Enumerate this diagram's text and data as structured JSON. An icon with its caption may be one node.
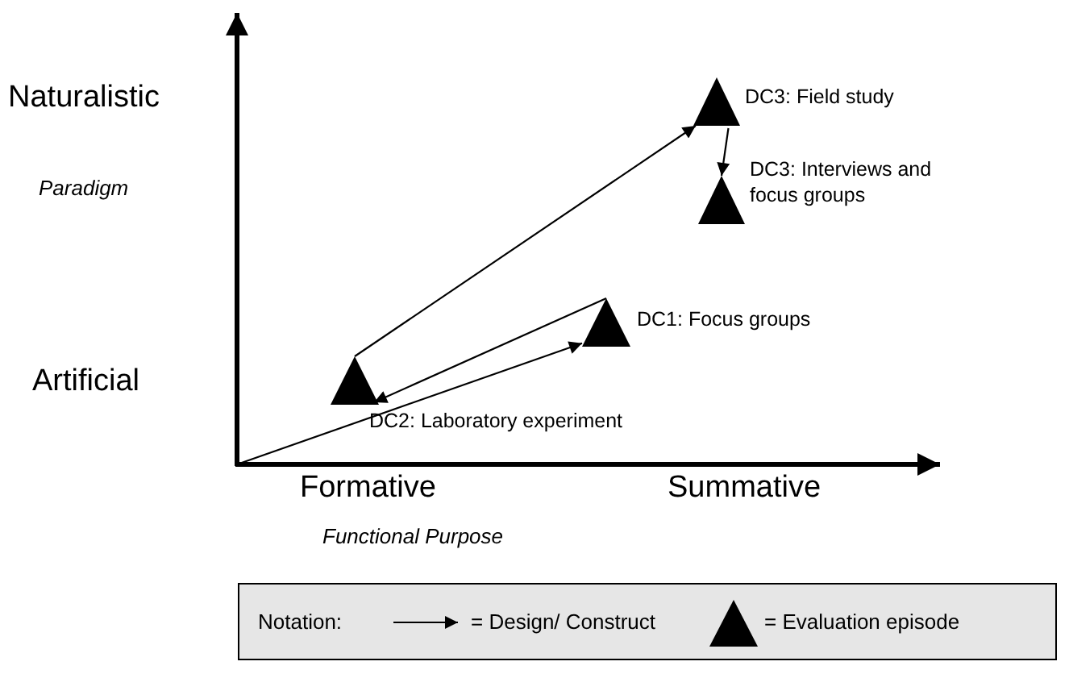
{
  "diagram": {
    "nodes": [
      {
        "text": [],
        "shape": "triangle",
        "beside": [
          "DC3: Field study"
        ]
      },
      {
        "text": [],
        "shape": "triangle",
        "beside": [
          "DC3: Interviews and focus groups"
        ]
      },
      {
        "text": [],
        "shape": "triangle",
        "beside": [
          "DC1: Focus groups"
        ]
      },
      {
        "text": [],
        "shape": "triangle",
        "beside": [
          "DC2: Laboratory experiment"
        ]
      }
    ],
    "edges": [
      {
        "from": null,
        "to": 2,
        "arrow": "to"
      },
      {
        "from": 2,
        "to": 3,
        "arrow": "to"
      },
      {
        "from": 3,
        "to": 0,
        "arrow": "to"
      },
      {
        "from": 0,
        "to": 1,
        "arrow": "to"
      }
    ],
    "labels": [
      "Naturalistic",
      "Paradigm",
      "Artificial",
      "Formative",
      "Summative",
      "Functional Purpose",
      "Notation:"
    ],
    "legend": [
      {
        "text": "= Design/ Construct"
      },
      {
        "text": "= Evaluation episode"
      }
    ]
  }
}
